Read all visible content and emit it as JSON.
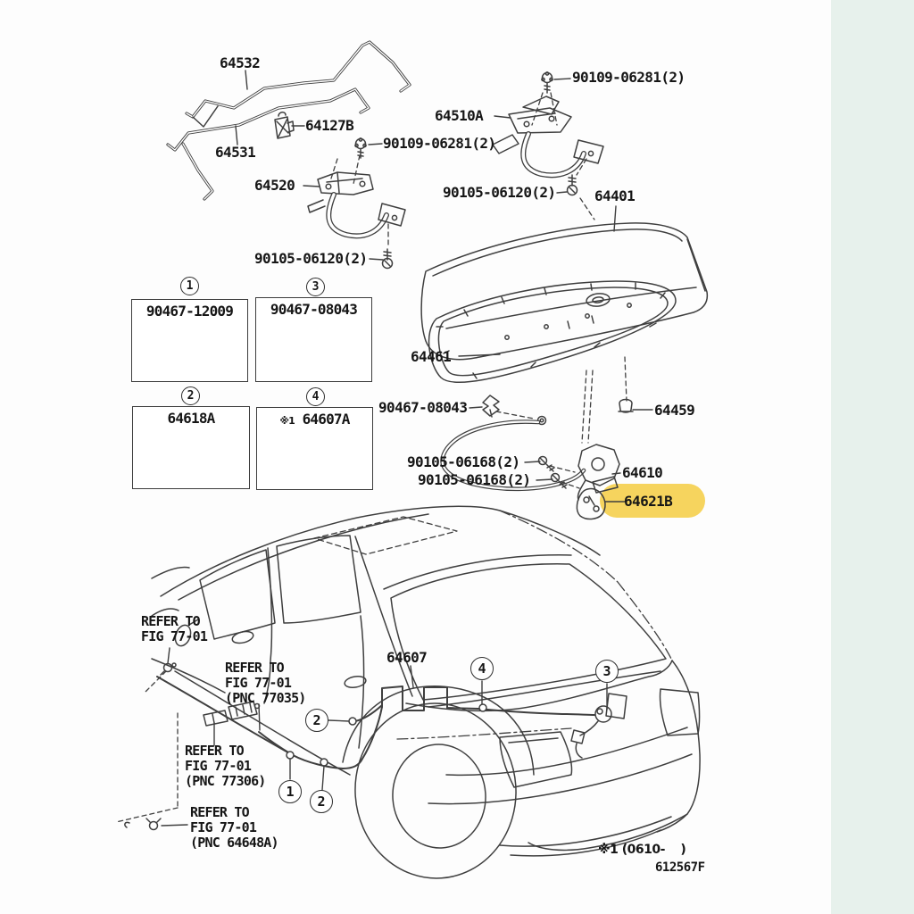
{
  "palette": {
    "line": "#3f3f3f",
    "text": "#161616",
    "highlight": "#f6d45e",
    "side_strip": "#e7f1ec"
  },
  "top": {
    "l64532": "64532",
    "l64531": "64531",
    "l64127B": "64127B",
    "l90109_left": "90109-06281(2)",
    "l90109_right": "90109-06281(2)",
    "l64520": "64520",
    "l64510A": "64510A",
    "l90105_06120_left": "90105-06120(2)",
    "l90105_06120_right": "90105-06120(2)",
    "l64401": "64401"
  },
  "middle": {
    "l64461": "64461",
    "l90467_08043": "90467-08043",
    "l64459": "64459",
    "l90105_06168_a": "90105-06168(2)",
    "l90105_06168_b": "90105-06168(2)",
    "l64610": "64610",
    "l64621B": "64621B"
  },
  "boxes": [
    {
      "num": "1",
      "part": "90467-12009"
    },
    {
      "num": "3",
      "part": "90467-08043"
    },
    {
      "num": "2",
      "part": "64618A"
    },
    {
      "num": "4",
      "part": "64607A",
      "prefix": "※1"
    }
  ],
  "bottom": {
    "l64607": "64607",
    "callouts": {
      "c1": "1",
      "c2a": "2",
      "c2b": "2",
      "c3": "3",
      "c4": "4"
    },
    "refer_notes": [
      {
        "lines": [
          "REFER TO",
          "FIG 77-01"
        ]
      },
      {
        "lines": [
          "REFER TO",
          "FIG 77-01",
          "(PNC 77035)"
        ]
      },
      {
        "lines": [
          "REFER TO",
          "FIG 77-01",
          "(PNC 77306)"
        ]
      },
      {
        "lines": [
          "REFER TO",
          "FIG 77-01",
          "(PNC 64648A)"
        ]
      }
    ],
    "footnote": "※1 (0610-    )",
    "figure_code": "612567F"
  }
}
